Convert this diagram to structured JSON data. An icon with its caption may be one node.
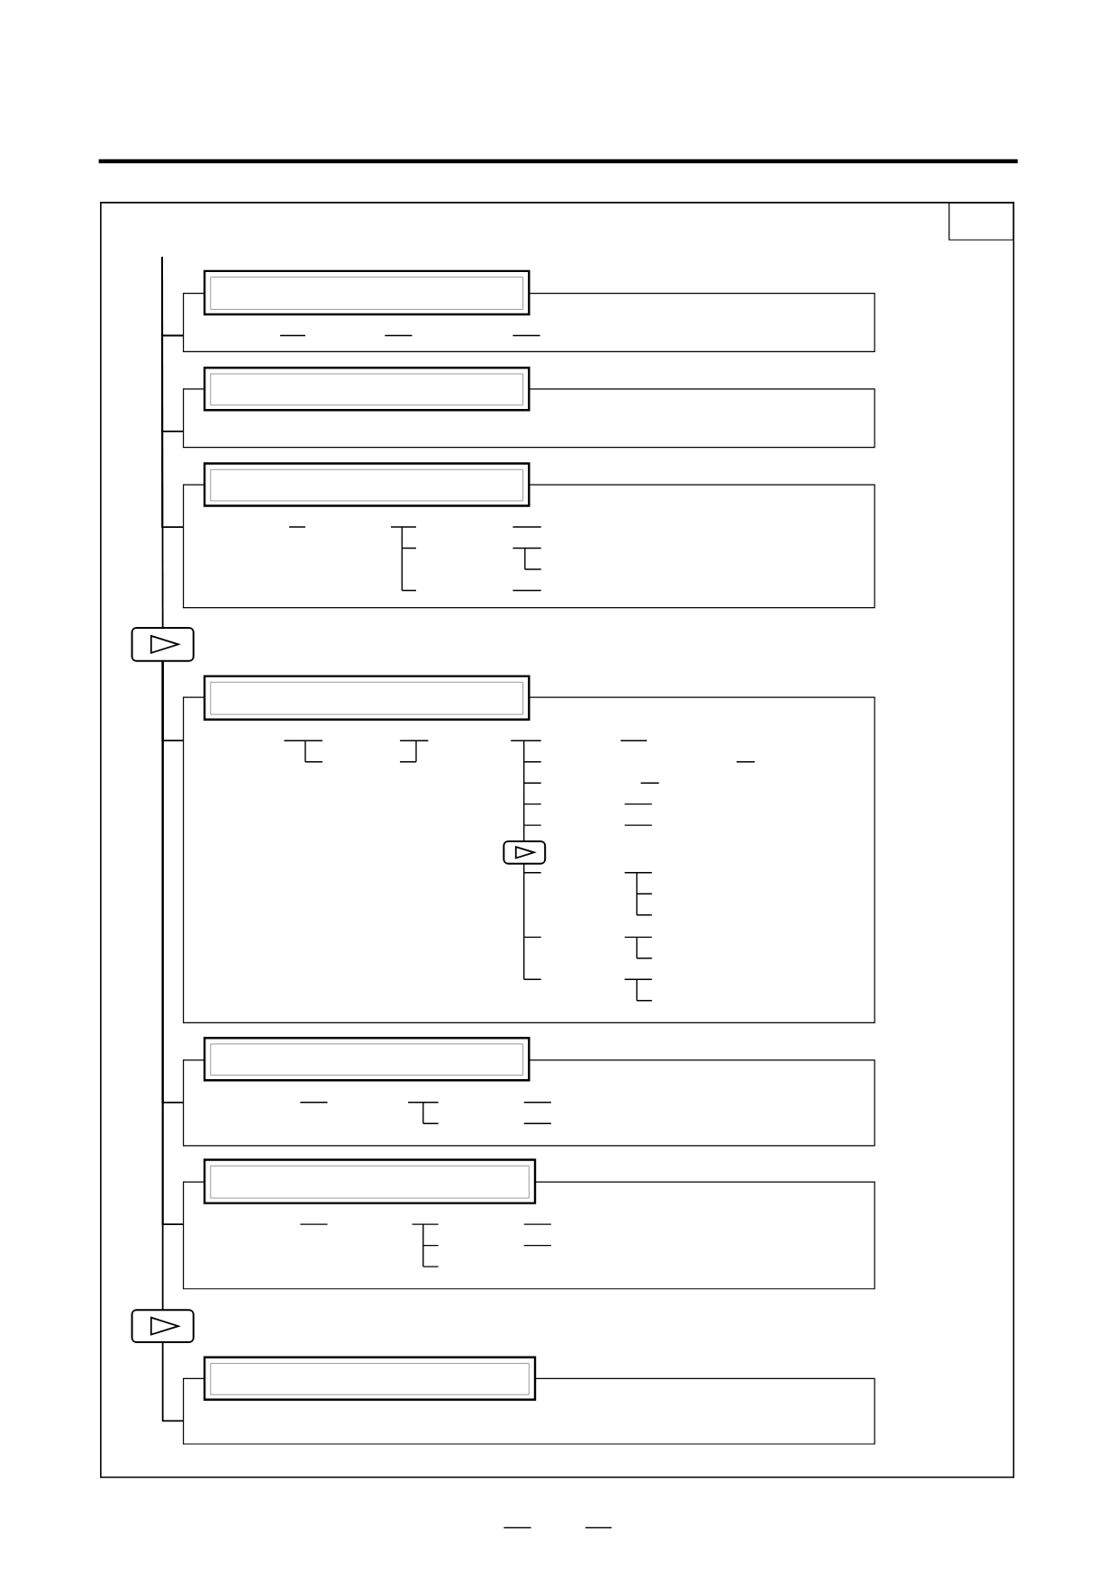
{
  "diagram": {
    "nodes": [
      {
        "text": [],
        "shape": "box"
      },
      {
        "text": [],
        "shape": "box",
        "in": 0
      },
      {
        "text": [],
        "shape": "bar",
        "in": 0
      },
      {
        "text": [],
        "shape": "box",
        "in": 0
      },
      {
        "text": [],
        "shape": "bar",
        "in": 0
      },
      {
        "text": [],
        "shape": "box",
        "in": 0
      },
      {
        "text": [],
        "shape": "bar",
        "in": 0
      },
      {
        "text": [],
        "shape": "box",
        "in": 0
      },
      {
        "text": [],
        "shape": "button",
        "in": 0
      },
      {
        "text": [],
        "shape": "bar",
        "in": 0
      },
      {
        "text": [],
        "shape": "box",
        "in": 0
      },
      {
        "text": [],
        "shape": "button",
        "in": 10
      },
      {
        "text": [],
        "shape": "bar",
        "in": 0
      },
      {
        "text": [],
        "shape": "box",
        "in": 0
      },
      {
        "text": [],
        "shape": "bar",
        "in": 0
      },
      {
        "text": [],
        "shape": "box",
        "in": 0
      },
      {
        "text": [],
        "shape": "button",
        "in": 0
      },
      {
        "text": [],
        "shape": "bar",
        "in": 0
      },
      {
        "text": [],
        "shape": "box",
        "in": 0
      }
    ],
    "edges": [
      {
        "from": null,
        "to": 3,
        "arrow": "none"
      },
      {
        "from": null,
        "to": 5,
        "arrow": "none"
      },
      {
        "from": null,
        "to": 7,
        "arrow": "none"
      },
      {
        "from": null,
        "to": 8,
        "arrow": "none"
      },
      {
        "from": 8,
        "to": 10,
        "arrow": "none"
      },
      {
        "from": 8,
        "to": 13,
        "arrow": "none"
      },
      {
        "from": 8,
        "to": 15,
        "arrow": "none"
      },
      {
        "from": 8,
        "to": 16,
        "arrow": "none"
      },
      {
        "from": 16,
        "to": 18,
        "arrow": "none"
      }
    ]
  }
}
